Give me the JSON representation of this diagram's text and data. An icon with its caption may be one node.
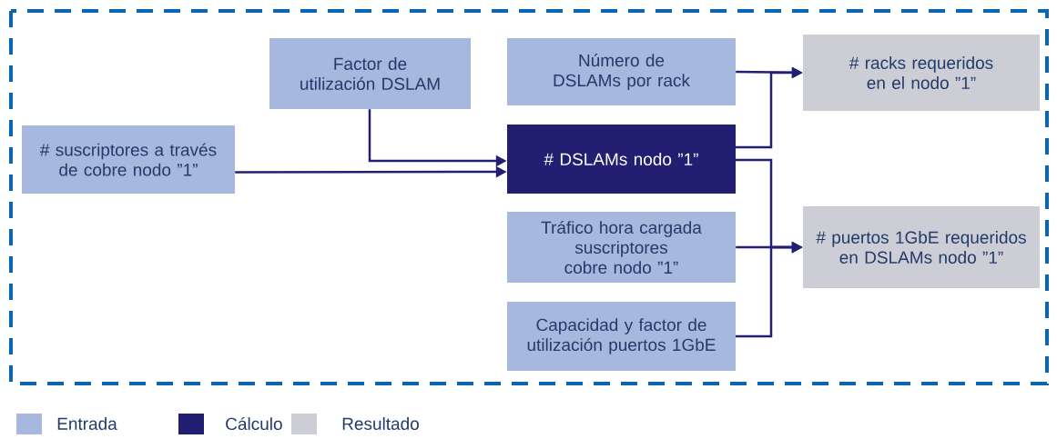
{
  "diagram": {
    "nodes": [
      {
        "text": [
          "# suscriptores a través de cobre nodo ”1”"
        ]
      },
      {
        "text": [
          "Factor de utilización DSLAM"
        ]
      },
      {
        "text": [
          "Número de DSLAMs por rack"
        ]
      },
      {
        "text": [
          "# DSLAMs nodo ”1”"
        ]
      },
      {
        "text": [
          "Tráfico hora cargada suscriptores cobre nodo ”1”"
        ]
      },
      {
        "text": [
          "Capacidad y factor de utilización puertos 1GbE"
        ]
      },
      {
        "text": [
          "# racks requeridos en el nodo ”1”"
        ]
      },
      {
        "text": [
          "# puertos 1GbE requeridos en DSLAMs nodo ”1”"
        ]
      }
    ],
    "edges": [
      {
        "from": 0,
        "to": 3,
        "arrow": "to"
      },
      {
        "from": 1,
        "to": 3,
        "arrow": "to"
      },
      {
        "from": 2,
        "to": 6,
        "arrow": "to"
      },
      {
        "from": 3,
        "to": 6,
        "arrow": "to"
      },
      {
        "from": 3,
        "to": 7,
        "arrow": "to"
      },
      {
        "from": 4,
        "to": 7,
        "arrow": "to"
      },
      {
        "from": 5,
        "to": 7,
        "arrow": "to"
      }
    ],
    "legend": [
      {
        "text": "Entrada",
        "color": "#a6b8de"
      },
      {
        "text": "Cálculo",
        "color": "#221f73"
      },
      {
        "text": "Resultado",
        "color": "#cdcdd6"
      }
    ]
  }
}
